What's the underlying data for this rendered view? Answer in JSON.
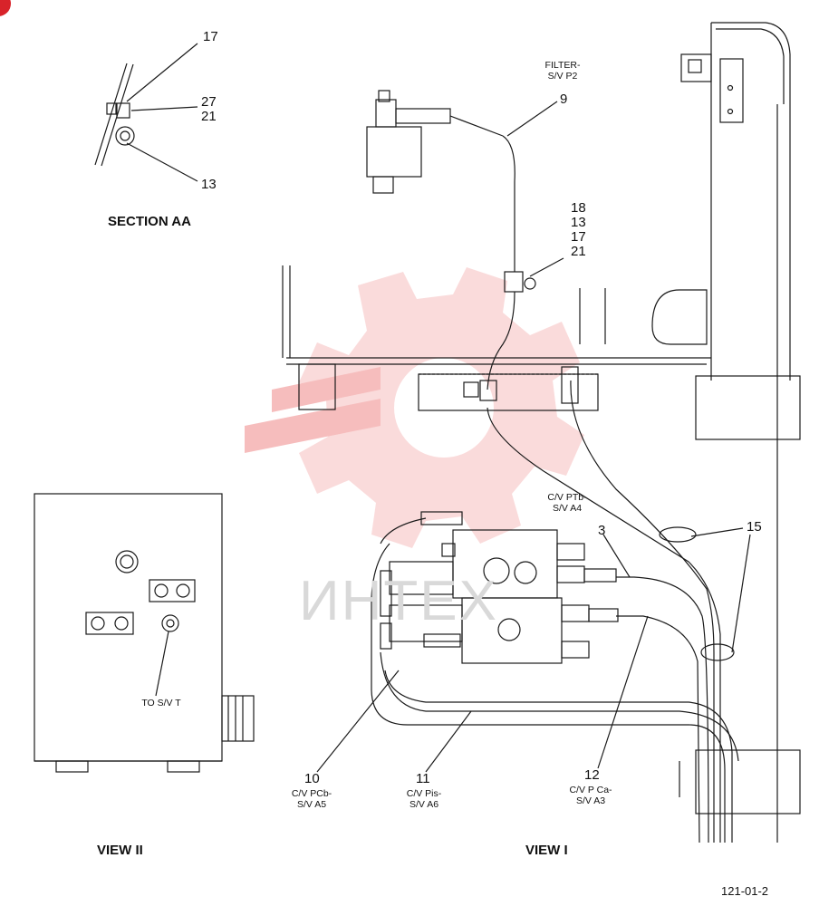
{
  "labels": {
    "n17_top": "17",
    "n27": "27",
    "n21_top": "21",
    "n13_top": "13",
    "filter_line1": "FILTER-",
    "filter_line2": "S/V P2",
    "n9": "9",
    "stack": [
      "18",
      "13",
      "17",
      "21"
    ],
    "cv_ptb_line1": "C/V PTb-",
    "cv_ptb_line2": "S/V A4",
    "n3": "3",
    "n15": "15",
    "to_sv_t": "TO S/V T",
    "n10": "10",
    "cv_pcb_line1": "C/V PCb-",
    "cv_pcb_line2": "S/V A5",
    "n11": "11",
    "cv_pis_line1": "C/V Pis-",
    "cv_pis_line2": "S/V A6",
    "n12": "12",
    "cv_pca_line1": "C/V P Ca-",
    "cv_pca_line2": "S/V A3"
  },
  "headings": {
    "section_aa": "SECTION AA",
    "view_ii": "VIEW II",
    "view_i": "VIEW I"
  },
  "watermark": "ИНТЕХ",
  "drawing_ref": "121-01-2",
  "colors": {
    "line": "#1a1a1a",
    "watermark_red": "#f4a8a8",
    "corner_mark": "#d8232a"
  }
}
